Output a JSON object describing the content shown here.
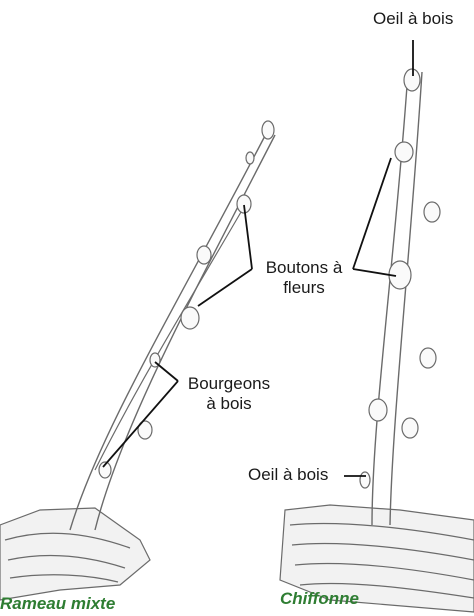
{
  "labels": {
    "oeil_top": "Oeil à bois",
    "boutons_line1": "Boutons à",
    "boutons_line2": "fleurs",
    "bourgeons_line1": "Bourgeons",
    "bourgeons_line2": "à bois",
    "oeil_bottom": "Oeil à bois"
  },
  "captions": {
    "left": "Rameau mixte",
    "right": "Chiffonne"
  },
  "colors": {
    "caption": "#2e7d32",
    "ink": "#1a1a1a",
    "sketch": "#6b6b6b"
  }
}
